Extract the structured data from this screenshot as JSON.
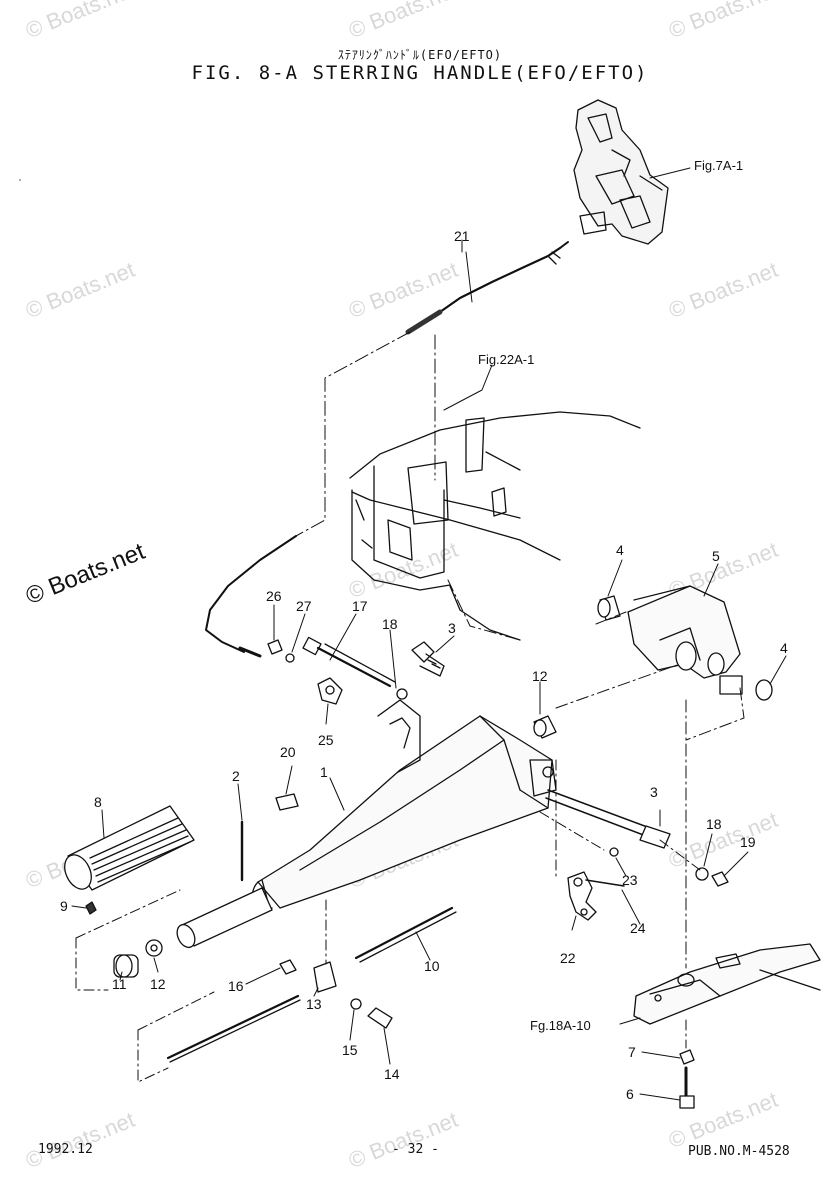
{
  "header": {
    "subtitle_jp": "ｽﾃｱﾘﾝｸﾞﾊﾝﾄﾞﾙ(EFO/EFTO)",
    "title": "FIG.  8-A STERRING HANDLE(EFO/EFTO)"
  },
  "references": {
    "fig7a": "Fig.7A-1",
    "fig22a": "Fig.22A-1",
    "fig18a": "Fg.18A-10"
  },
  "callouts": [
    "1",
    "2",
    "3",
    "3",
    "4",
    "4",
    "5",
    "6",
    "7",
    "8",
    "9",
    "10",
    "11",
    "12",
    "12",
    "13",
    "14",
    "15",
    "16",
    "17",
    "18",
    "18",
    "19",
    "20",
    "21",
    "22",
    "23",
    "24",
    "25",
    "26",
    "27"
  ],
  "watermarks": {
    "text": "© Boats.net",
    "main": "© Boats.net"
  },
  "footer": {
    "date": "1992.12",
    "page": "- 32 -",
    "pub": "PUB.NO.M-4528"
  }
}
